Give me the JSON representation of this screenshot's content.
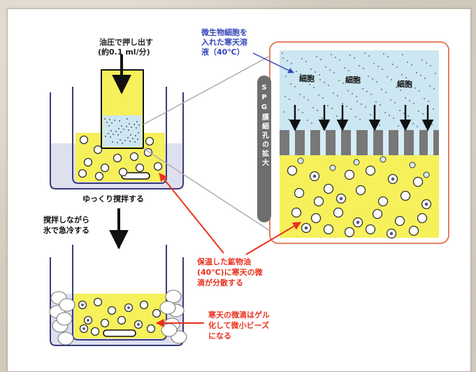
{
  "labels": {
    "push_line1": "油圧で押し出す",
    "push_line2": "(約0.1 ml/分)",
    "microbe_line1": "微生物細胞を",
    "microbe_line2": "入れた寒天溶",
    "microbe_line3": "液（40℃）",
    "cell1": "細胞",
    "cell2": "細胞",
    "cell3": "細胞",
    "spg_vertical": "SPG膜細孔の拡大",
    "stir_slow": "ゆっくり撹拌する",
    "cool_line1": "撹拌しながら",
    "cool_line2": "氷で急冷する",
    "oil_line1": "保温した鉱物油",
    "oil_line2": "(40℃)に寒天の微",
    "oil_line3": "滴が分散する",
    "gel_line1": "寒天の微滴はゲル",
    "gel_line2": "化して微小ビーズ",
    "gel_line3": "になる"
  },
  "colors": {
    "yellow": "#f6f05a",
    "water_blue": "#cce6f2",
    "oil_blue": "#dfe0ef",
    "annotation_red": "#e8321e",
    "annotation_blue": "#3346b8",
    "membrane_gray": "#787878",
    "zoom_border": "#e07050"
  }
}
